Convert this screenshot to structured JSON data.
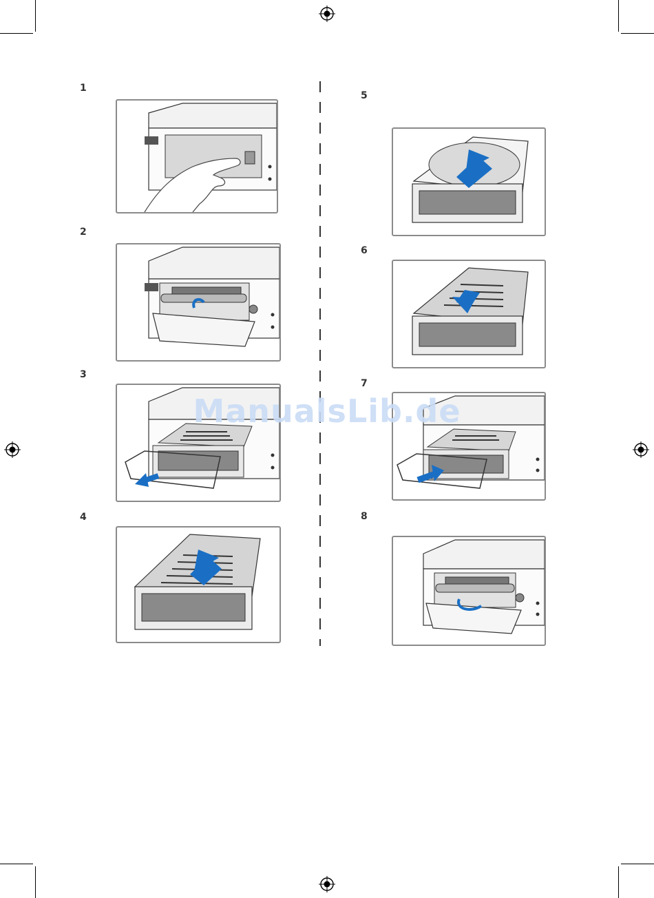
{
  "steps": [
    {
      "number": "1"
    },
    {
      "number": "2"
    },
    {
      "number": "3"
    },
    {
      "number": "4"
    },
    {
      "number": "5"
    },
    {
      "number": "6"
    },
    {
      "number": "7"
    },
    {
      "number": "8"
    }
  ],
  "watermark": {
    "text": "ManualsLib.de"
  },
  "colors": {
    "arrow": "#1a6fc4",
    "frame": "#8a8a8a",
    "line": "#333333"
  },
  "icons": [
    "registration-mark-icon"
  ]
}
